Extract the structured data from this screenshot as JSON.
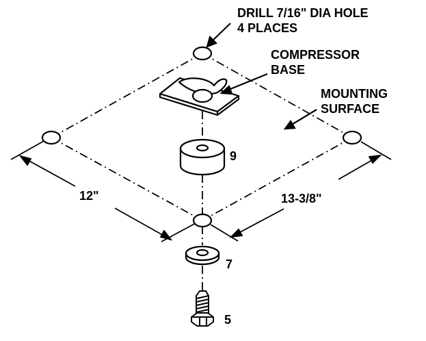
{
  "labels": {
    "drill_line1": "DRILL 7/16\" DIA HOLE",
    "drill_line2": "4 PLACES",
    "compressor_line1": "COMPRESSOR",
    "compressor_line2": "BASE",
    "mounting_line1": "MOUNTING",
    "mounting_line2": "SURFACE",
    "dim_left": "12\"",
    "dim_right": "13-3/8\"",
    "callout_pad": "9",
    "callout_washer": "7",
    "callout_bolt": "5"
  },
  "colors": {
    "ink": "#000000",
    "paper": "#ffffff"
  }
}
